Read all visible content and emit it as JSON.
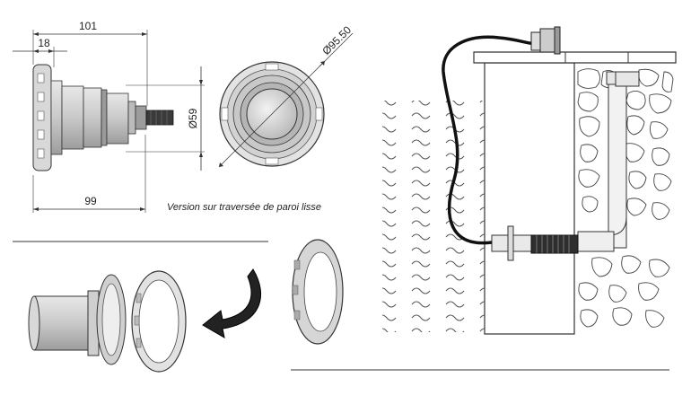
{
  "dimensions": {
    "overall_length": "101",
    "flange_depth": "18",
    "body_diameter": "Ø59",
    "flange_diameter": "Ø95.50",
    "mounting_length": "99"
  },
  "caption": "Version sur traversée de paroi lisse"
}
